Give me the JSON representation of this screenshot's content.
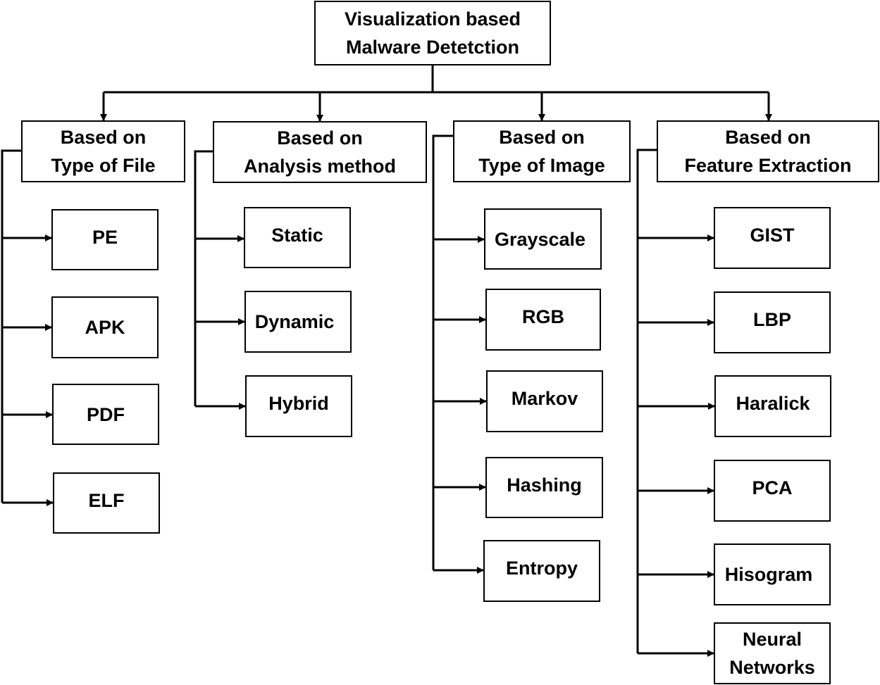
{
  "root": {
    "label": "Visualization based\nMalware Detetction"
  },
  "categories": [
    {
      "label": "Based on\nType of File",
      "children": [
        "PE",
        "APK",
        "PDF",
        "ELF"
      ]
    },
    {
      "label": "Based on\nAnalysis method",
      "children": [
        "Static",
        "Dynamic",
        "Hybrid"
      ]
    },
    {
      "label": "Based on\nType of Image",
      "children": [
        "Grayscale",
        "RGB",
        "Markov",
        "Hashing",
        "Entropy"
      ]
    },
    {
      "label": "Based on\nFeature Extraction",
      "children": [
        "GIST",
        "LBP",
        "Haralick",
        "PCA",
        "Hisogram",
        "Neural\nNetworks"
      ]
    }
  ],
  "colors": {
    "line": "#000000",
    "box_border": "#000000",
    "background": "#ffffff",
    "text": "#000000"
  }
}
